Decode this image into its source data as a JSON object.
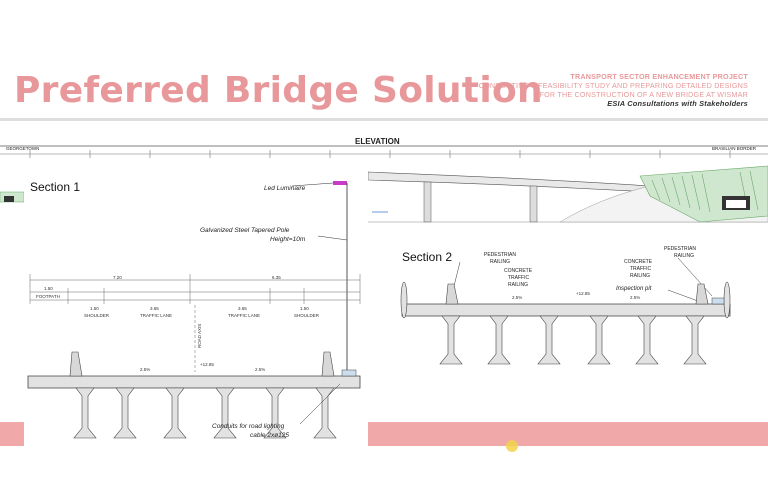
{
  "slide": {
    "title": "Preferred Bridge Solution",
    "header_lines": [
      "TRANSPORT SECTOR ENHANCEMENT PROJECT",
      "CONDUCTING A FEASIBILITY STUDY AND PREPARING DETAILED DESIGNS",
      "FOR THE CONSTRUCTION OF A NEW BRIDGE AT WISMAR",
      "ESIA Consultations with Stakeholders"
    ]
  },
  "elevation": {
    "title": "ELEVATION",
    "left_label": "GEORGETOWN",
    "right_label": "BRASILIAN BORDER"
  },
  "section1": {
    "label": "Section 1",
    "led": "Led Luminaire",
    "pole_1": "Galvanized Steel Tapered Pole",
    "pole_2": "Height=10m",
    "conduits_1": "Conduits for road lighting",
    "conduits_2": "cable 2xø125",
    "dim_total_left": "7.20",
    "dim_total_right": "6.35",
    "dim_footpath": "1.50",
    "footpath": "FOOTPATH",
    "shoulder_left": "SHOULDER",
    "shoulder_right": "SHOULDER",
    "shoulder_dim": "1.50",
    "traffic_lane_left": "TRAFFIC LANE",
    "traffic_lane_right": "TRAFFIC LANE",
    "lane_dim": "3.65",
    "road_axis": "ROAD AXIS",
    "slope": "2.5%",
    "elev": "+12.85"
  },
  "section2": {
    "label": "Section 2",
    "pedestrian_railing_left": "PEDESTRIAN RAILING",
    "pedestrian_railing_right": "PEDESTRIAN RAILING",
    "concrete_traffic_railing_left": "CONCRETE TRAFFIC RAILING",
    "concrete_traffic_railing_right": "CONCRETE TRAFFIC RAILING",
    "inspection_pit": "Inspection pit",
    "slope": "2.5%",
    "elev": "+12.85"
  },
  "colors": {
    "accent": "#e8989a",
    "band": "#f0a8a8",
    "vegetation": "#8fbf8f"
  }
}
